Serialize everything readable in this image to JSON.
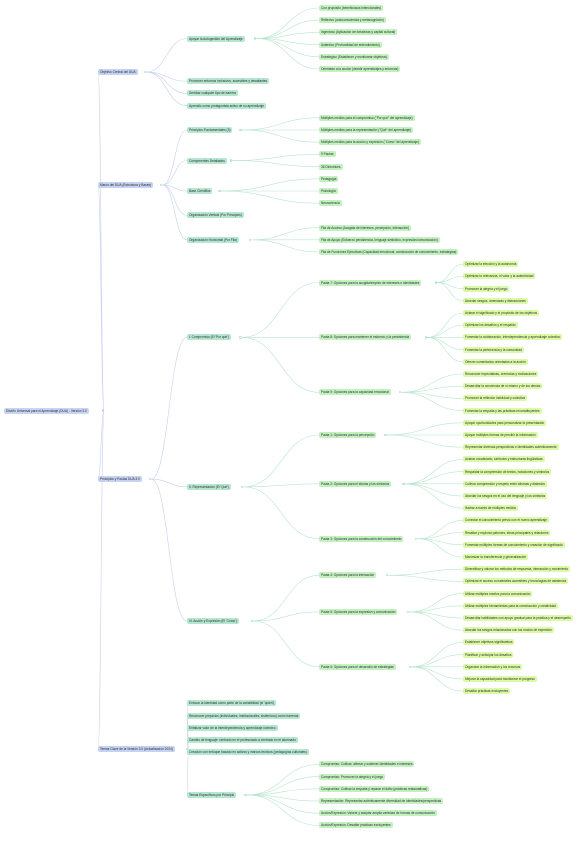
{
  "root": {
    "label": "Diseño Universal para el Aprendizaje (DUA) - Versión 3.0"
  },
  "branches": [
    {
      "label": "Objetivo Central del DUA",
      "children": [
        {
          "label": "Apoyar la Autogestión del Aprendizaje",
          "children": [
            {
              "label": "Con propósito (beneficiosos intencionales)"
            },
            {
              "label": "Reflexivo (autoconsciencia y metacognición)"
            },
            {
              "label": "Ingenioso (Aplicación de fortalezas y capital cultural)"
            },
            {
              "label": "Auténtico (Profundidad de entendimiento)"
            },
            {
              "label": "Estratégico (Establecer y monitorear objetivos)"
            },
            {
              "label": "Orientado a la acción (decidir aprendizajes y entornos)"
            }
          ]
        },
        {
          "label": "Promover entornos inclusivos, accesibles y desafiantes"
        },
        {
          "label": "Derribar cualquier tipo de barrera"
        },
        {
          "label": "Aprendiz como protagonista activo de su aprendizaje"
        }
      ]
    },
    {
      "label": "Marco del DUA (Estructura y Bases)",
      "children": [
        {
          "label": "Principios Fundamentales (3)",
          "children": [
            {
              "label": "Múltiples medios para el compromiso (\"Por qué\" del aprendizaje)"
            },
            {
              "label": "Múltiples medios para la representación (\"Qué\" del aprendizaje)"
            },
            {
              "label": "Múltiples medios para la acción y expresión (\"Cómo\" del aprendizaje)"
            }
          ]
        },
        {
          "label": "Componentes Detallados",
          "children": [
            {
              "label": "9 Pautas"
            },
            {
              "label": "36 Directrices"
            }
          ]
        },
        {
          "label": "Base Científica",
          "children": [
            {
              "label": "Pedagogía"
            },
            {
              "label": "Psicología"
            },
            {
              "label": "Neurociencia"
            }
          ]
        },
        {
          "label": "Organización Vertical (Por Principios)"
        },
        {
          "label": "Organización Horizontal (Por Fila)",
          "children": [
            {
              "label": "Fila de Acceso (Acogida de intereses, percepción, interacción)"
            },
            {
              "label": "Fila de Apoyo (Esfuerzo persistencia, lenguaje simbólico, expresión/comunicación)"
            },
            {
              "label": "Fila de Funciones Ejecutivas (Capacidad emocional, construcción de conocimiento, estrategias)"
            }
          ]
        }
      ]
    },
    {
      "label": "Principios y Pautas DUA 3.0",
      "children": [
        {
          "label": "I. Compromiso (El 'Por qué')",
          "children": [
            {
              "label": "Pauta 7: Opciones para la acogida/empleo de intereses e identidades",
              "children": [
                {
                  "label": "Optimizar la elección y la autonomía"
                },
                {
                  "label": "Optimizar la relevancia, el valor y la autenticidad"
                },
                {
                  "label": "Promover la alegría y el juego"
                },
                {
                  "label": "Abordar sesgos, amenazas y distracciones"
                }
              ]
            },
            {
              "label": "Pauta 8: Opciones para mantener el esfuerzo y la persistencia",
              "children": [
                {
                  "label": "Aclarar el significado y el propósito de los objetivos"
                },
                {
                  "label": "Optimizar los desafíos y el respaldo"
                },
                {
                  "label": "Fomentar la colaboración, interdependencia y aprendizaje colectivo"
                },
                {
                  "label": "Fomentar la pertenencia y la comunidad"
                },
                {
                  "label": "Ofrecer comentarios orientados a la acción"
                }
              ]
            },
            {
              "label": "Pauta 9: Opciones para la capacidad emocional",
              "children": [
                {
                  "label": "Reconocer expectativas, creencias y motivaciones"
                },
                {
                  "label": "Desarrollar la conciencia de sí mismo y de los demás"
                },
                {
                  "label": "Promover la reflexión individual y colectiva"
                },
                {
                  "label": "Fomentar la empatía y las prácticas reconstituyentes"
                }
              ]
            }
          ]
        },
        {
          "label": "II. Representación (El 'Qué')",
          "children": [
            {
              "label": "Pauta 1: Opciones para la percepción",
              "children": [
                {
                  "label": "Apoyar oportunidades para personalizar la presentación"
                },
                {
                  "label": "Apoyar múltiples formas de percibir la información"
                },
                {
                  "label": "Representar diversas perspectivas e identidades auténticamente"
                }
              ]
            },
            {
              "label": "Pauta 2: Opciones para el idioma y los símbolos",
              "children": [
                {
                  "label": "Aclarar vocabulario, símbolos y estructuras lingüísticas"
                },
                {
                  "label": "Respaldar la comprensión de textos, notaciones y símbolos"
                },
                {
                  "label": "Cultivar comprensión y respeto entre idiomas y dialectos"
                },
                {
                  "label": "Abordar los sesgos en el uso del lenguaje y los símbolos"
                },
                {
                  "label": "Ilustrar a través de múltiples medios"
                }
              ]
            },
            {
              "label": "Pauta 3: Opciones para la construcción del conocimiento",
              "children": [
                {
                  "label": "Conectar el conocimiento previo con el nuevo aprendizaje"
                },
                {
                  "label": "Resaltar y explorar patrones, ideas principales y relaciones"
                },
                {
                  "label": "Fomentar múltiples formas de conocimiento y creación de significado"
                },
                {
                  "label": "Maximizar la transferencia y generalización"
                }
              ]
            }
          ]
        },
        {
          "label": "III. Acción y Expresión (El 'Cómo')",
          "children": [
            {
              "label": "Pauta 4: Opciones para la interacción",
              "children": [
                {
                  "label": "Diversificar y valorar los métodos de respuesta, interacción y movimiento"
                },
                {
                  "label": "Optimizar el acceso a materiales accesibles y tecnologías de asistencia"
                }
              ]
            },
            {
              "label": "Pauta 5: Opciones para la expresión y comunicación",
              "children": [
                {
                  "label": "Utilizar múltiples medios para la comunicación"
                },
                {
                  "label": "Utilizar múltiples herramientas para la construcción y creatividad"
                },
                {
                  "label": "Desarrollar habilidades con apoyo gradual para la práctica y el desempeño"
                },
                {
                  "label": "Abordar los sesgos relacionados con los modos de expresión"
                }
              ]
            },
            {
              "label": "Pauta 6: Opciones para el desarrollo de estrategias",
              "children": [
                {
                  "label": "Establecer objetivos significativos"
                },
                {
                  "label": "Planificar y anticipar los desafíos"
                },
                {
                  "label": "Organizar la información y los recursos"
                },
                {
                  "label": "Mejorar la capacidad para monitorear el progreso"
                },
                {
                  "label": "Desafiar prácticas excluyentes"
                }
              ]
            }
          ]
        }
      ]
    },
    {
      "label": "Temas Clave de la Versión 3.0 (Actualización 2024)",
      "children": [
        {
          "label": "Enfocar la identidad como parte de la variabilidad (el 'quién')"
        },
        {
          "label": "Reconocer prejuicios (individuales, institucionales, sistémicos) como barreras"
        },
        {
          "label": "Enfatizar valor de la interdependencia y aprendizaje colectivo"
        },
        {
          "label": "Cambio de lenguaje: centrado en el profesorado a centrado en el alumnado"
        },
        {
          "label": "Creación con enfoque basado en activos y marcos teóricos (pedagogías culturales)"
        },
        {
          "label": "Temas Específicos por Principio",
          "children": [
            {
              "label": "Compromiso: Cultivar, afirmar y sostener identidades e intereses"
            },
            {
              "label": "Compromiso: Promover la alegría y el juego"
            },
            {
              "label": "Compromiso: Cultivar la empatía y reparar el daño (prácticas restaurativas)"
            },
            {
              "label": "Representación: Representar auténticamente diversidad de identidades/perspectivas"
            },
            {
              "label": "Acción/Expresión: Valorar y adoptar amplia variedad de formas de comunicación"
            },
            {
              "label": "Acción/Expresión: Desafiar prácticas excluyentes"
            }
          ]
        }
      ]
    }
  ],
  "colors": {
    "level0": "#c9d3f3",
    "level1": "#c5d2f2",
    "level2": "#b6e6cf",
    "level3": "#c3f0bf",
    "level4": "#dcf9a6",
    "edge": "#b8e6cf",
    "edge_root": "#c7d0f0"
  }
}
